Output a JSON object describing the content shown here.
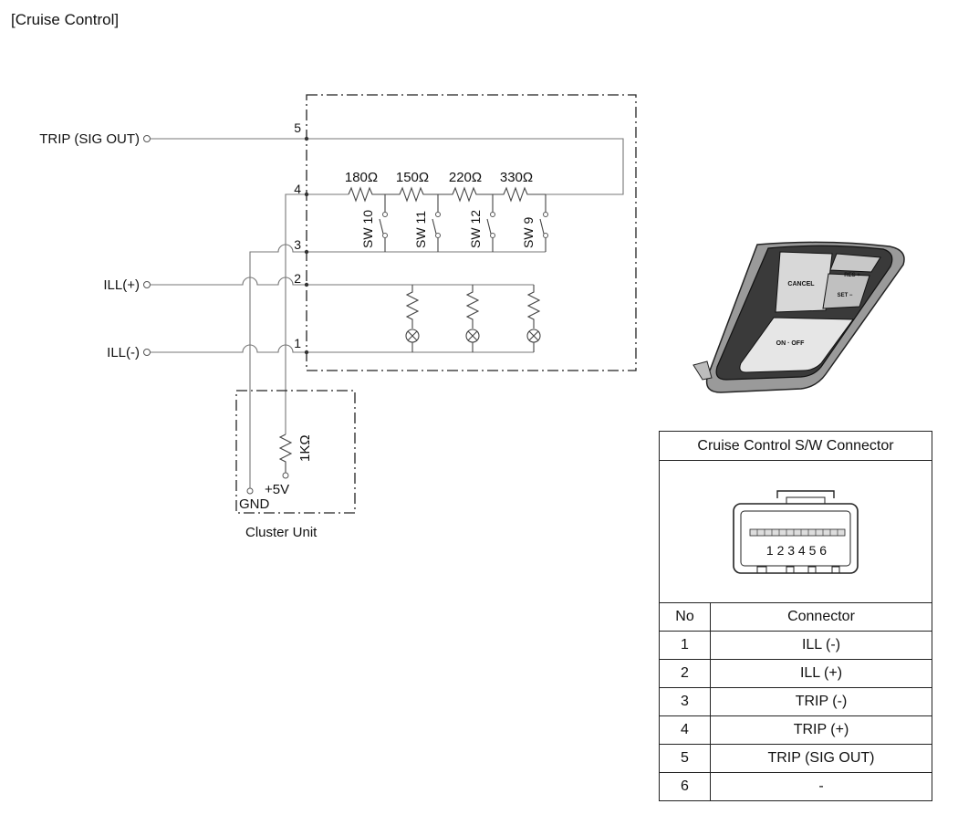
{
  "page": {
    "title": "[Cruise Control]"
  },
  "diagram": {
    "terminals": {
      "trip_sig_out": "TRIP (SIG OUT)",
      "ill_plus": "ILL(+)",
      "ill_minus": "ILL(-)"
    },
    "pins": [
      "5",
      "4",
      "3",
      "2",
      "1"
    ],
    "resistors": [
      "180Ω",
      "150Ω",
      "220Ω",
      "330Ω"
    ],
    "switches": [
      "SW 10",
      "SW 11",
      "SW 12",
      "SW 9"
    ],
    "cluster": {
      "resistor": "1KΩ",
      "supply": "+5V",
      "ground": "GND",
      "label": "Cluster Unit"
    },
    "switch_panel": {
      "cancel": "CANCEL",
      "res": "RES +",
      "set": "SET −",
      "on_off": "ON · OFF"
    }
  },
  "connector_table": {
    "title": "Cruise Control S/W Connector",
    "pin_numbers": "1 2 3 4 5 6",
    "col_no": "No",
    "col_connector": "Connector",
    "rows": [
      {
        "no": "1",
        "connector": "ILL (-)"
      },
      {
        "no": "2",
        "connector": "ILL (+)"
      },
      {
        "no": "3",
        "connector": "TRIP (-)"
      },
      {
        "no": "4",
        "connector": "TRIP (+)"
      },
      {
        "no": "5",
        "connector": "TRIP (SIG OUT)"
      },
      {
        "no": "6",
        "connector": "-"
      }
    ]
  }
}
